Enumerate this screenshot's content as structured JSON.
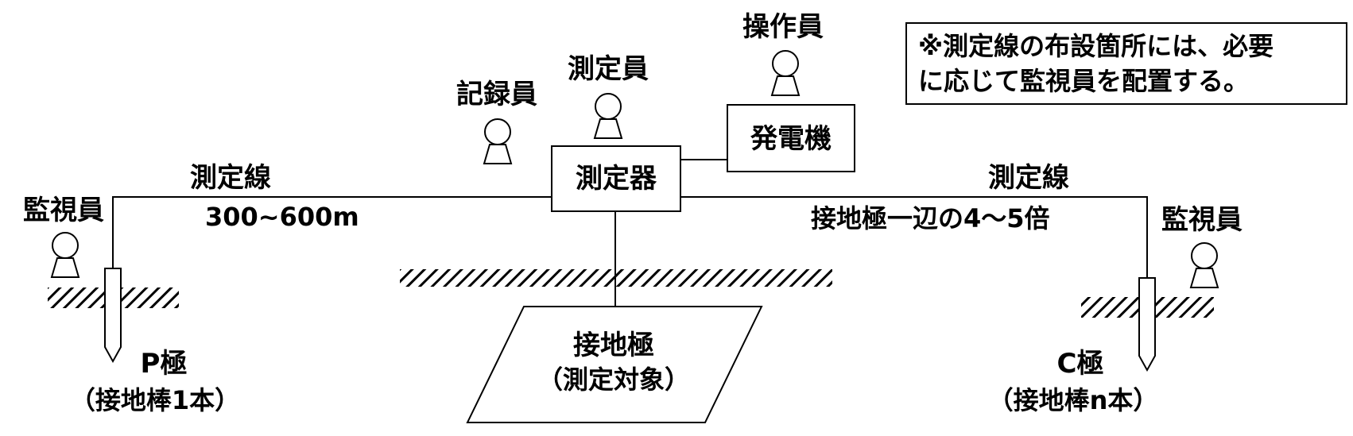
{
  "labels": {
    "operator": "操作員",
    "measurer": "測定員",
    "recorder": "記録員",
    "generator": "発電機",
    "instrument": "測定器",
    "line_left": "測定線",
    "line_left_distance": "300~600m",
    "line_right": "測定線",
    "line_right_distance": "接地極一辺の4～5倍",
    "monitor_left": "監視員",
    "monitor_right": "監視員",
    "p_electrode": "P極",
    "p_electrode_sub": "（接地棒1本）",
    "c_electrode": "C極",
    "c_electrode_sub": "（接地棒n本）",
    "ground_electrode": "接地極",
    "ground_electrode_sub": "（測定対象）"
  },
  "note": {
    "line1": "※測定線の布設箇所には、必要",
    "line2": "に応じて監視員を配置する。"
  }
}
